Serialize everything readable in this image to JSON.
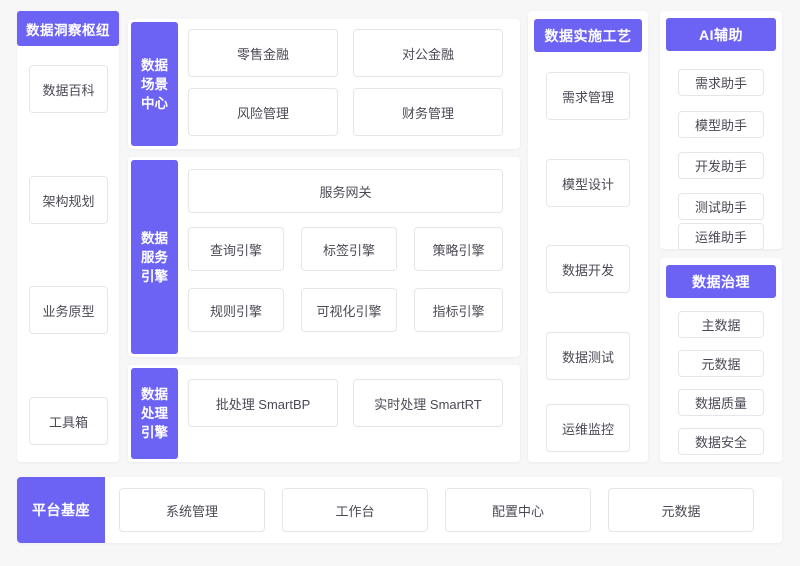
{
  "theme": {
    "accent": "#6c63f5",
    "card_border": "#e6e6ea",
    "page_bg": "#f7f7f8",
    "text": "#4a4a55"
  },
  "insight_hub": {
    "title": "数据洞察枢纽",
    "items": [
      {
        "label": "数据百科"
      },
      {
        "label": "架构规划"
      },
      {
        "label": "业务原型"
      },
      {
        "label": "工具箱"
      }
    ]
  },
  "scene_center": {
    "title": "数据场景中心",
    "items": [
      {
        "label": "零售金融"
      },
      {
        "label": "对公金融"
      },
      {
        "label": "风险管理"
      },
      {
        "label": "财务管理"
      }
    ]
  },
  "service_engine": {
    "title": "数据服务引擎",
    "gateway": {
      "label": "服务网关"
    },
    "items": [
      {
        "label": "查询引擎"
      },
      {
        "label": "标签引擎"
      },
      {
        "label": "策略引擎"
      },
      {
        "label": "规则引擎"
      },
      {
        "label": "可视化引擎"
      },
      {
        "label": "指标引擎"
      }
    ]
  },
  "process_engine": {
    "title": "数据处理引擎",
    "items": [
      {
        "label": "批处理 SmartBP"
      },
      {
        "label": "实时处理  SmartRT"
      }
    ]
  },
  "implementation": {
    "title": "数据实施工艺",
    "items": [
      {
        "label": "需求管理"
      },
      {
        "label": "模型设计"
      },
      {
        "label": "数据开发"
      },
      {
        "label": "数据测试"
      },
      {
        "label": "运维监控"
      }
    ]
  },
  "ai_assist": {
    "title": "AI辅助",
    "items": [
      {
        "label": "需求助手"
      },
      {
        "label": "模型助手"
      },
      {
        "label": "开发助手"
      },
      {
        "label": "测试助手"
      },
      {
        "label": "运维助手"
      }
    ]
  },
  "governance": {
    "title": "数据治理",
    "items": [
      {
        "label": "主数据"
      },
      {
        "label": "元数据"
      },
      {
        "label": "数据质量"
      },
      {
        "label": "数据安全"
      }
    ]
  },
  "platform_base": {
    "title": "平台基座",
    "items": [
      {
        "label": "系统管理"
      },
      {
        "label": "工作台"
      },
      {
        "label": "配置中心"
      },
      {
        "label": "元数据"
      }
    ]
  }
}
